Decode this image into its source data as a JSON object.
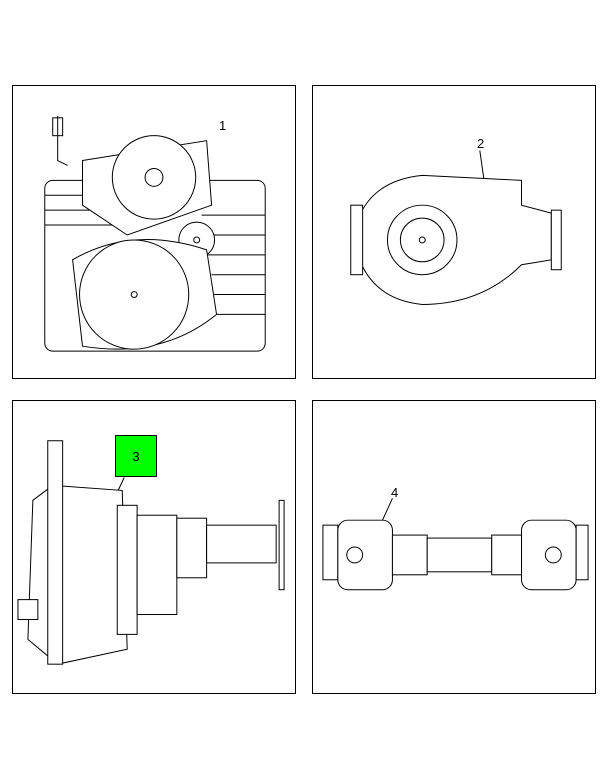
{
  "panels": [
    {
      "callout": "1"
    },
    {
      "callout": "2"
    },
    {
      "callout": "3",
      "highlighted": true,
      "highlight_color": "#00ff00"
    },
    {
      "callout": "4"
    }
  ]
}
